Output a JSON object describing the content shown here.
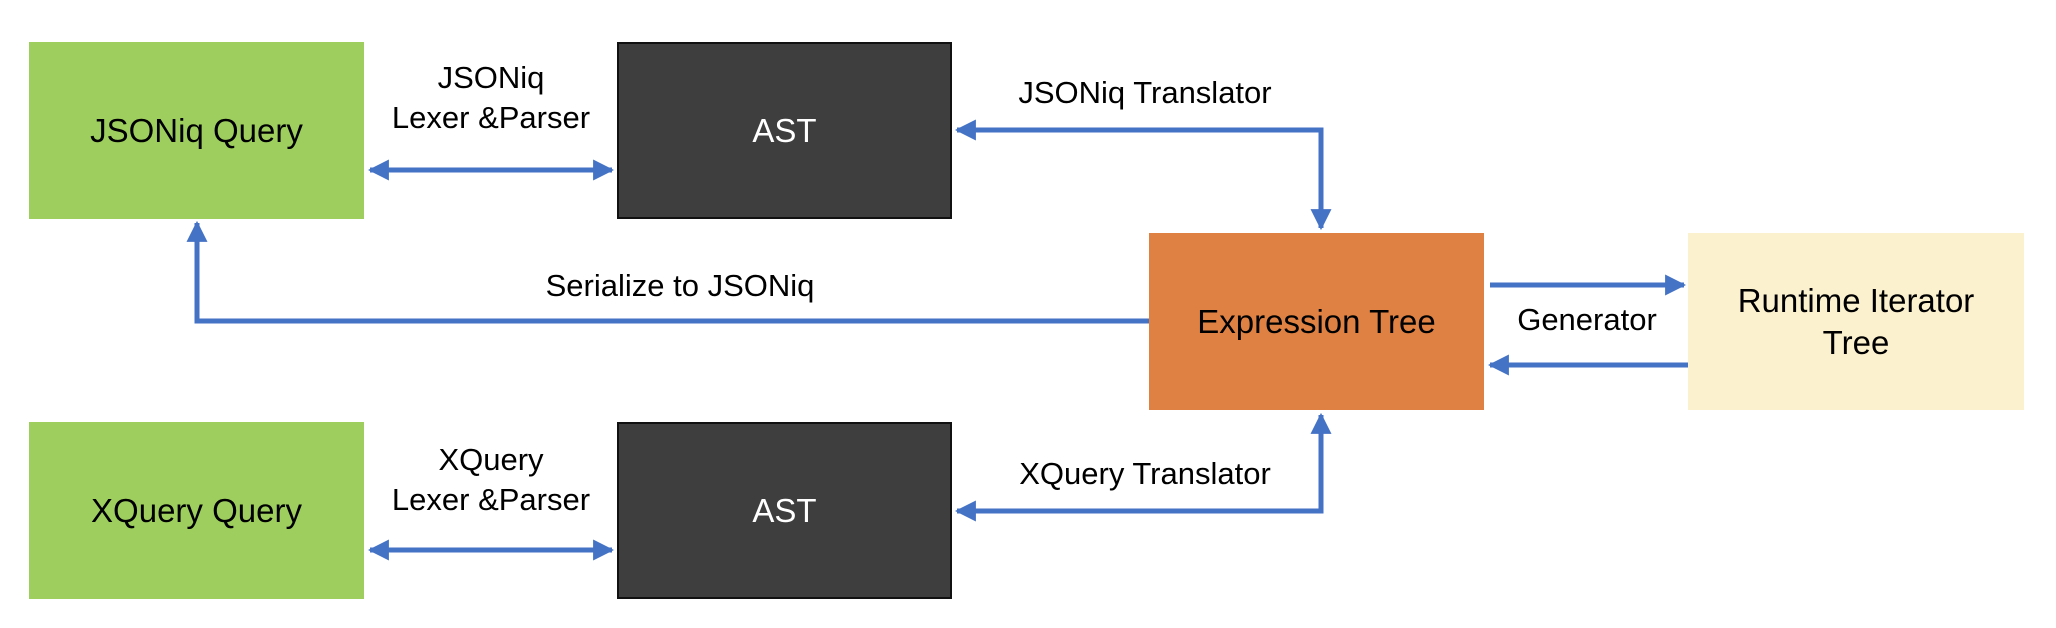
{
  "nodes": {
    "jsoniq_query": "JSONiq Query",
    "ast_top": "AST",
    "expression_tree": "Expression Tree",
    "runtime_iterator_tree": [
      "Runtime Iterator",
      "Tree"
    ],
    "xquery_query": "XQuery Query",
    "ast_bottom": "AST"
  },
  "edges": {
    "jsoniq_lexer_parser": [
      "JSONiq",
      "Lexer &Parser"
    ],
    "jsoniq_translator": "JSONiq Translator",
    "serialize": "Serialize to JSONiq",
    "generator": "Generator",
    "xquery_lexer_parser": [
      "XQuery",
      "Lexer &Parser"
    ],
    "xquery_translator": "XQuery Translator"
  },
  "colors": {
    "query_box": "#9ecf5e",
    "ast_box": "#3e3e3e",
    "expression_box": "#df8143",
    "runtime_box": "#fbf1ce",
    "arrow": "#4472c4"
  }
}
